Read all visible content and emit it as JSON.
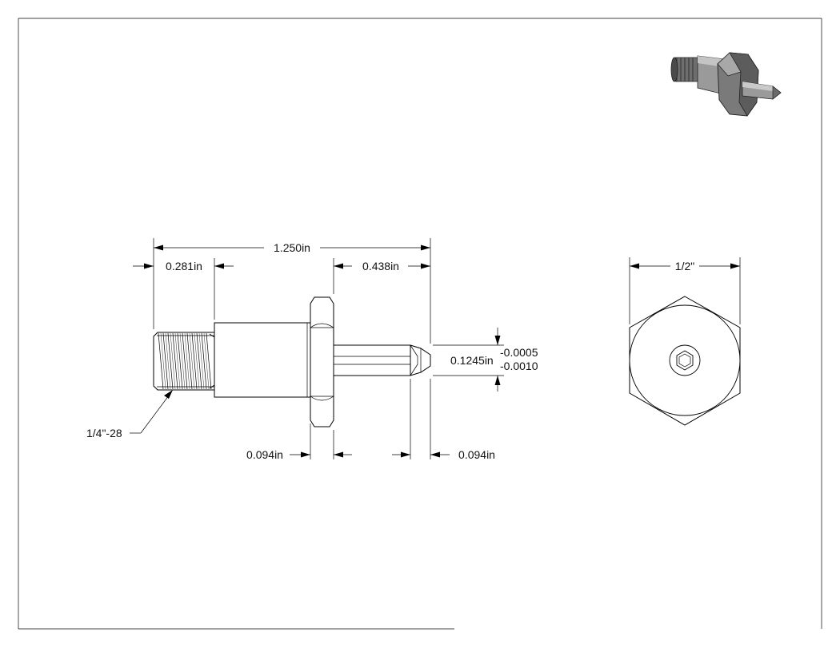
{
  "drawing": {
    "front_view": {
      "overall_length": "1.250in",
      "thread_length": "0.281in",
      "tip_length": "0.438in",
      "flange_width": "0.094in",
      "tip_end_length": "0.094in",
      "tip_diameter": "0.1245in",
      "tol_upper": "-0.0005",
      "tol_lower": "-0.0010",
      "thread_callout": "1/4\"-28"
    },
    "end_view": {
      "across_flats": "1/2\""
    },
    "iso_view": {
      "body_color": "#8f8f8f",
      "shade_color": "#5a5a5a"
    }
  }
}
